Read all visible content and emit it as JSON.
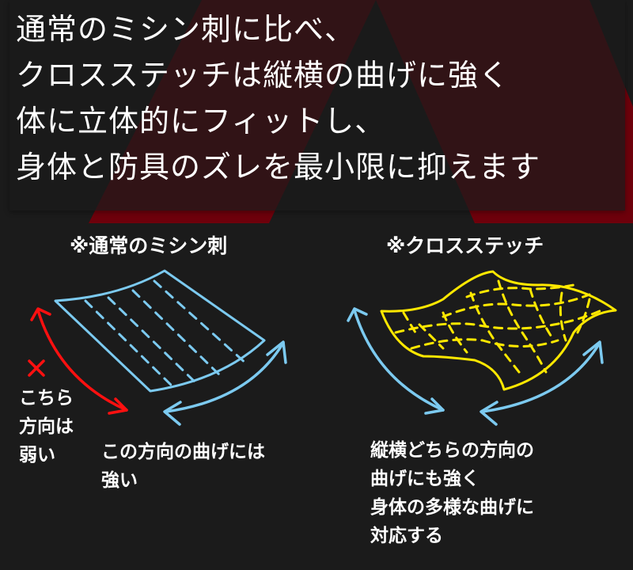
{
  "hero": {
    "lines": [
      "通常のミシン刺に比べ、",
      "クロスステッチは縦横の曲げに強く",
      "体に立体的にフィットし、",
      "身体と防具のズレを最小限に抑えます"
    ]
  },
  "left_panel": {
    "heading": "※通常のミシン刺",
    "weak_mark": "×",
    "weak_label": [
      "こちら",
      "方向は",
      "弱い"
    ],
    "strong_label": [
      "この方向の曲げには",
      "強い"
    ]
  },
  "right_panel": {
    "heading": "※クロスステッチ",
    "description": [
      "縦横どちらの方向の",
      "曲げにも強く",
      "身体の多様な曲げに",
      "対応する"
    ]
  },
  "colors": {
    "background": "#1b1b1b",
    "accent_red": "#6e000b",
    "stitch_blue": "#7ccaf0",
    "cross_yellow": "#ffe800",
    "warning_red": "#ff1010"
  }
}
